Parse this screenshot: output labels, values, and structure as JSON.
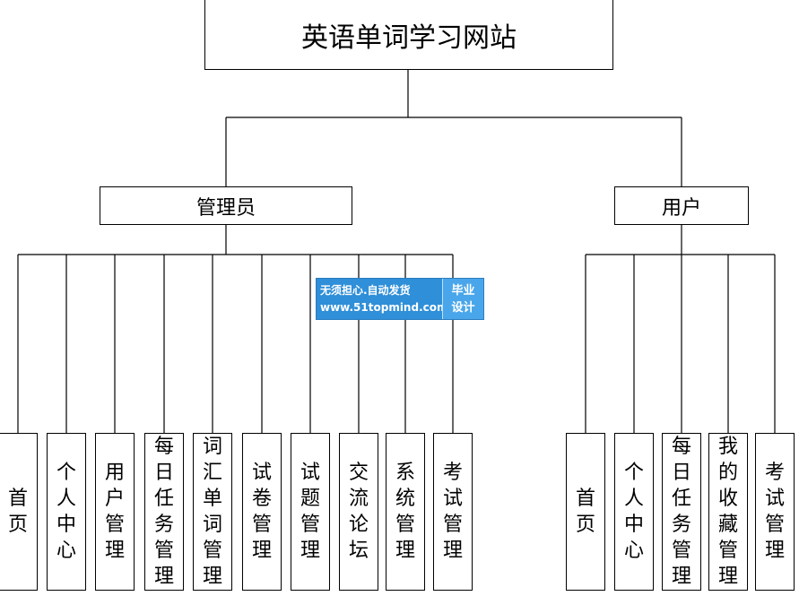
{
  "title": "英语单词学习网站",
  "roles": {
    "admin": {
      "label": "管理员",
      "modules": [
        "首页",
        "个人中心",
        "用户管理",
        "每日任务管理",
        "词汇单词管理",
        "试卷管理",
        "试题管理",
        "交流论坛",
        "系统管理",
        "考试管理"
      ]
    },
    "user": {
      "label": "用户",
      "modules": [
        "首页",
        "个人中心",
        "每日任务管理",
        "我的收藏管理",
        "考试管理"
      ]
    }
  },
  "watermark": {
    "line1": "无须担心.自动发货",
    "line2": "www.51topmind.com",
    "badge1": "毕业",
    "badge2": "设计",
    "color": "#2f8fd8"
  }
}
